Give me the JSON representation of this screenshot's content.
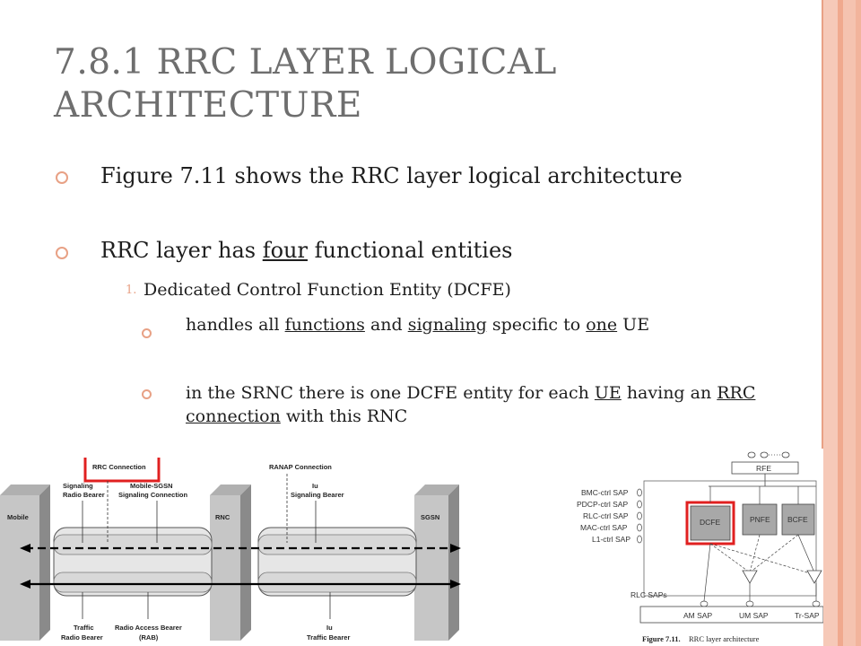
{
  "title": "7.8.1 RRC LAYER LOGICAL ARCHITECTURE",
  "bullets": {
    "b1": "Figure 7.11 shows the RRC layer logical architecture",
    "b2": {
      "a": "RRC layer has ",
      "u": "four",
      "c": " functional entities"
    },
    "n1": {
      "num": "1.",
      "text": "Dedicated Control Function Entity (DCFE)"
    },
    "s1": {
      "a": "handles all ",
      "u1": "functions",
      "b": " and ",
      "u2": "signaling",
      "c": " specific to ",
      "u3": "one",
      "d": " UE"
    },
    "s2": {
      "a": "in the SRNC there is one DCFE entity for each ",
      "u1": "UE",
      "b": " having an ",
      "u2": "RRC connection",
      "c": " with this RNC"
    }
  },
  "left_figure": {
    "rrc_connection": "RRC Connection",
    "ranap_connection": "RANAP Connection",
    "signaling_radio_bearer": [
      "Signaling",
      "Radio Bearer"
    ],
    "mobile_sgsn": [
      "Mobile-SGSN",
      "Signaling Connection"
    ],
    "iu_signaling": [
      "Iu",
      "Signaling Bearer"
    ],
    "mobile": "Mobile",
    "rnc": "RNC",
    "sgsn": "SGSN",
    "traffic_radio_bearer": [
      "Traffic",
      "Radio Bearer"
    ],
    "rab": [
      "Radio Access Bearer",
      "(RAB)"
    ],
    "iu_traffic": [
      "Iu",
      "Traffic Bearer"
    ]
  },
  "right_figure": {
    "rfe": "RFE",
    "saps": [
      "BMC-ctrl SAP",
      "PDCP-ctrl SAP",
      "RLC-ctrl SAP",
      "MAC-ctrl SAP",
      "L1-ctrl SAP"
    ],
    "dcfe": "DCFE",
    "pnfe": "PNFE",
    "bcfe": "BCFE",
    "rlc_saps": "RLC SAPs",
    "am_sap": "AM SAP",
    "um_sap": "UM SAP",
    "tr_sap": "Tr-SAP",
    "caption_bold": "Figure 7.11.",
    "caption_text": "RRC layer architecture"
  },
  "colors": {
    "accent": "#e8a185",
    "highlight": "#e02020",
    "title": "#6e6e6e"
  }
}
